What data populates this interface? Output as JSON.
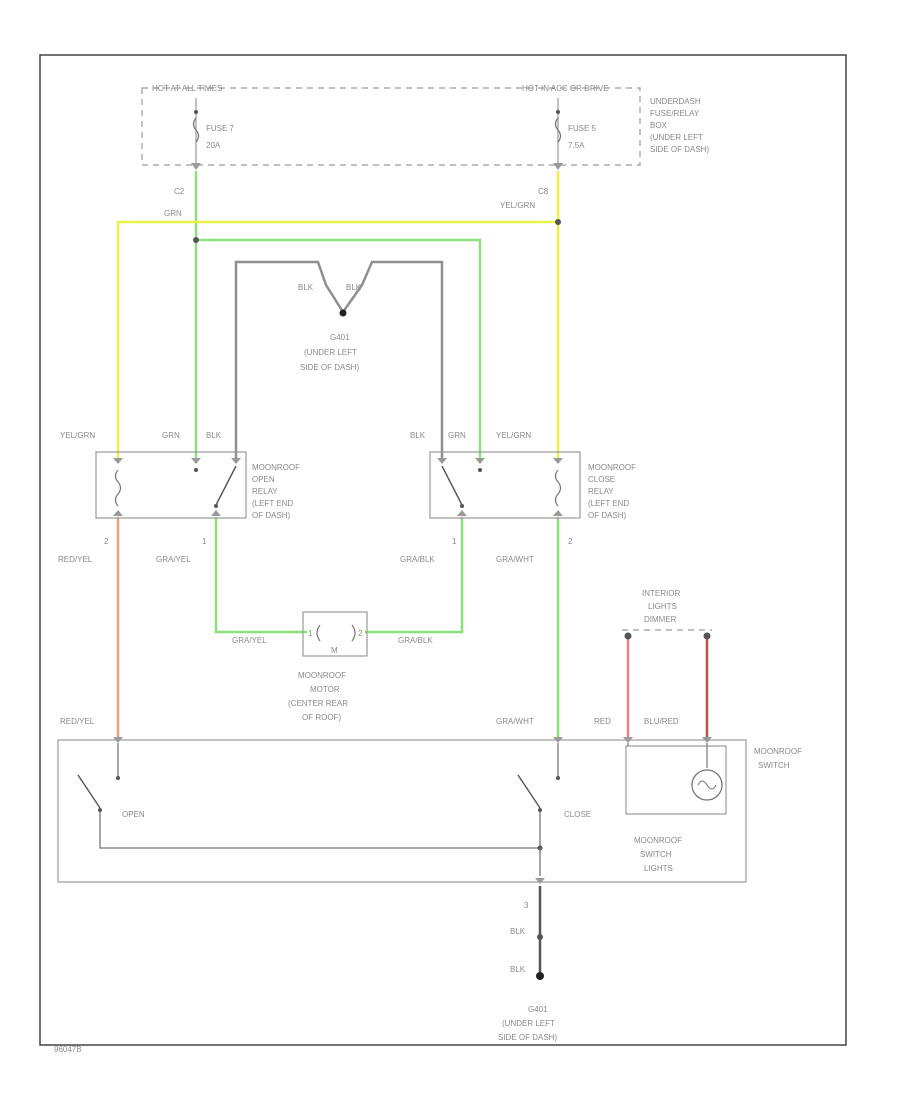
{
  "colors": {
    "green": "#8ae07a",
    "yellow": "#eaf24a",
    "gray": "#8f8f8f",
    "red_orange": "#f59a7a",
    "red": "#f08080",
    "dark_red": "#c0504a",
    "outline": "#9a9a9a"
  },
  "top": {
    "left_source": "HOT AT ALL TIMES",
    "right_source": "HOT IN ACC OR DRIVE",
    "fuse7": "FUSE 7",
    "fuse7_rating": "20A",
    "fuse5": "FUSE 5",
    "fuse5_rating": "7.5A",
    "fusebox_label": [
      "UNDERDASH",
      "FUSE/RELAY",
      "BOX",
      "(UNDER LEFT",
      "SIDE OF DASH)"
    ],
    "c2": "C2",
    "c8": "C8",
    "wire_grn": "GRN",
    "wire_yelgrn": "YEL/GRN"
  },
  "ground_top": {
    "blk1": "BLK",
    "blk2": "BLK",
    "label": [
      "G401",
      "(UNDER LEFT",
      "SIDE OF DASH)"
    ]
  },
  "open_relay": {
    "yelgrn": "YEL/GRN",
    "grn": "GRN",
    "blk": "BLK",
    "label": [
      "MOONROOF",
      "OPEN",
      "RELAY",
      "(LEFT END",
      "OF DASH)"
    ],
    "pin_a": "2",
    "pin_b": "1",
    "wire_redyel": "RED/YEL",
    "wire_grayel": "GRA/YEL"
  },
  "close_relay": {
    "blk": "BLK",
    "grn": "GRN",
    "yelgrn": "YEL/GRN",
    "label": [
      "MOONROOF",
      "CLOSE",
      "RELAY",
      "(LEFT END",
      "OF DASH)"
    ],
    "pin_a": "1",
    "pin_b": "2",
    "wire_grablk": "GRA/BLK",
    "wire_grawht": "GRA/WHT"
  },
  "motor": {
    "left_wire": "GRA/YEL",
    "right_wire": "GRA/BLK",
    "pin_left": "1",
    "pin_right": "2",
    "motor_symbol": "M",
    "label": [
      "MOONROOF",
      "MOTOR",
      "(CENTER REAR",
      "OF ROOF)"
    ]
  },
  "interior_lights": {
    "label": [
      "INTERIOR",
      "LIGHTS",
      "DIMMER"
    ]
  },
  "switch": {
    "redyel": "RED/YEL",
    "grawht": "GRA/WHT",
    "red": "RED",
    "blured": "BLU/RED",
    "open": "OPEN",
    "close": "CLOSE",
    "label": [
      "MOONROOF",
      "SWITCH"
    ],
    "lights_label": [
      "MOONROOF",
      "SWITCH",
      "LIGHTS"
    ],
    "ground_pin": "3"
  },
  "ground_bottom": {
    "blk1": "BLK",
    "blk2": "BLK",
    "label": [
      "G401",
      "(UNDER LEFT",
      "SIDE OF DASH)"
    ]
  },
  "figure_id": "96047B"
}
